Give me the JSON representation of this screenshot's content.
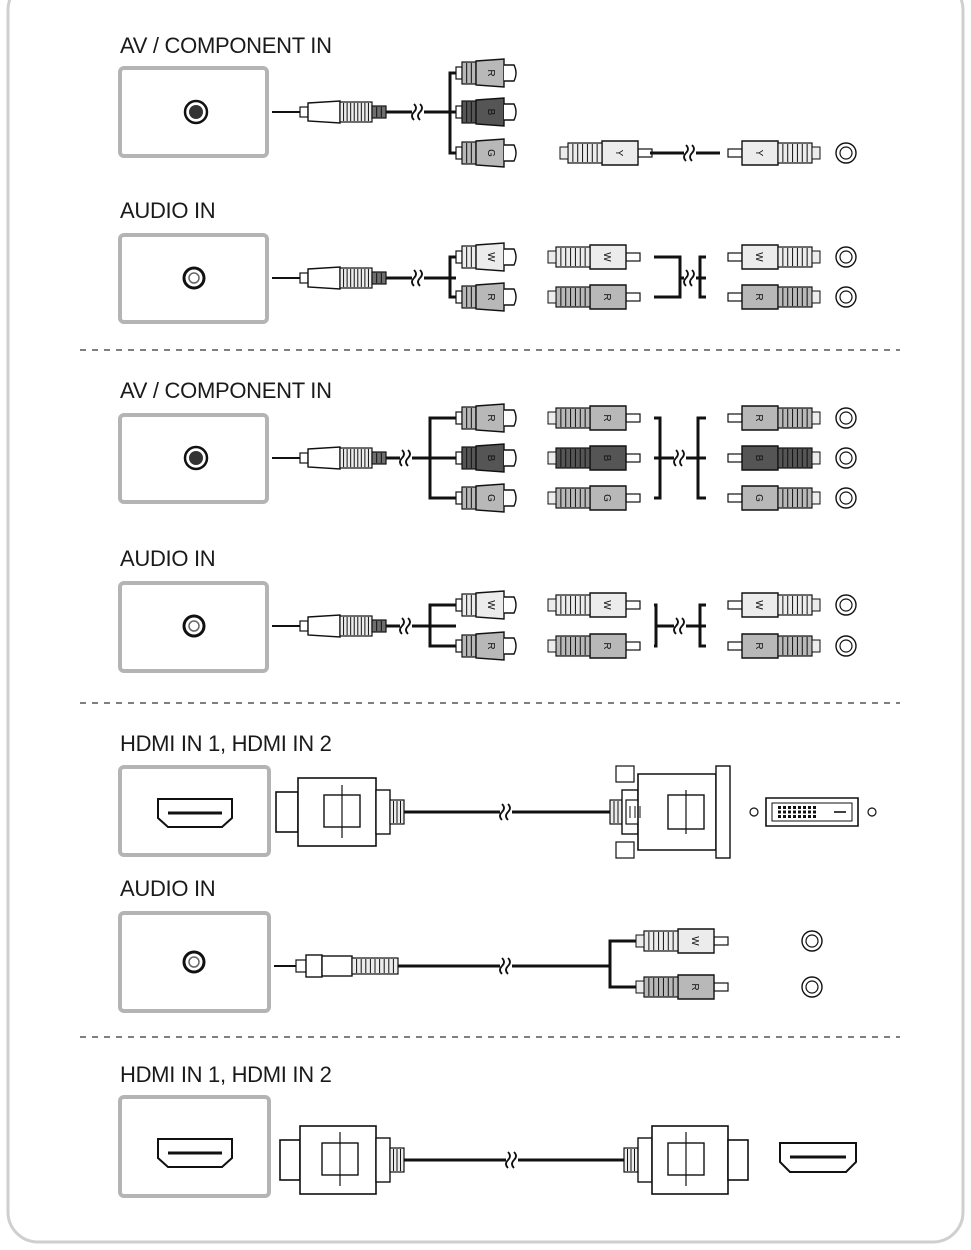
{
  "sections": [
    {
      "label": "AV / COMPONENT IN"
    },
    {
      "label": "AUDIO IN"
    },
    {
      "label": "AV  / COMPONENT IN"
    },
    {
      "label": "AUDIO IN"
    },
    {
      "label": "HDMI IN 1, HDMI IN 2"
    },
    {
      "label": "AUDIO IN"
    },
    {
      "label": "HDMI IN 1, HDMI IN 2"
    }
  ],
  "plug_letters": {
    "red": "R",
    "blue": "B",
    "green": "G",
    "white": "W",
    "yellow": "Y"
  },
  "colors": {
    "frame": "#cfcfcf",
    "port_box": "#b4b4b4",
    "line": "#111111",
    "plug_light": "#ececec",
    "plug_mid": "#b8b8b8",
    "plug_dark": "#6e6e6e",
    "plug_darker": "#555555"
  },
  "icons": {
    "av_jack": "av-component-jack-icon",
    "audio_jack": "audio-jack-icon",
    "hdmi_port": "hdmi-port-icon",
    "dvi_port": "dvi-port-icon",
    "rca_jack": "rca-jack-icon",
    "break_mark": "cable-break-icon"
  }
}
